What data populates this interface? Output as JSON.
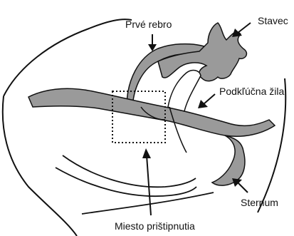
{
  "labels": {
    "first_rib": "Prvé rebro",
    "vertebra": "Stavec",
    "subclavian_vein": "Podkľúčna žila",
    "sternum": "Sternum",
    "compression_site": "Miesto prištipnutia"
  },
  "colors": {
    "bone_fill": "#9a9a9a",
    "outline": "#111111",
    "background": "#ffffff"
  }
}
